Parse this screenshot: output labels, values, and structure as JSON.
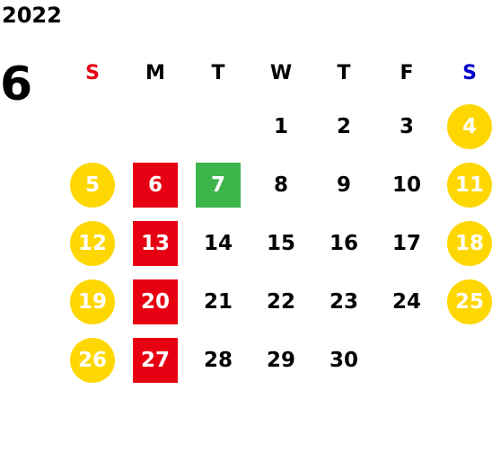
{
  "year": "2022",
  "month": "6",
  "colors": {
    "sunday_header": "#e60012",
    "saturday_header": "#0000cc",
    "weekday_header": "#000000",
    "holiday_circle": "#ffd700",
    "red_square": "#e60012",
    "green_square": "#3cb54a",
    "text_default": "#000000",
    "text_on_color": "#ffffff"
  },
  "weekdays": [
    {
      "label": "S",
      "color": "#e60012"
    },
    {
      "label": "M",
      "color": "#000000"
    },
    {
      "label": "T",
      "color": "#000000"
    },
    {
      "label": "W",
      "color": "#000000"
    },
    {
      "label": "T",
      "color": "#000000"
    },
    {
      "label": "F",
      "color": "#000000"
    },
    {
      "label": "S",
      "color": "#0000cc"
    }
  ],
  "weeks": [
    [
      {
        "day": "",
        "style": "empty"
      },
      {
        "day": "",
        "style": "empty"
      },
      {
        "day": "",
        "style": "empty"
      },
      {
        "day": "1",
        "style": "plain"
      },
      {
        "day": "2",
        "style": "plain"
      },
      {
        "day": "3",
        "style": "plain"
      },
      {
        "day": "4",
        "style": "circle-yellow"
      }
    ],
    [
      {
        "day": "5",
        "style": "circle-yellow"
      },
      {
        "day": "6",
        "style": "square-red"
      },
      {
        "day": "7",
        "style": "square-green"
      },
      {
        "day": "8",
        "style": "plain"
      },
      {
        "day": "9",
        "style": "plain"
      },
      {
        "day": "10",
        "style": "plain"
      },
      {
        "day": "11",
        "style": "circle-yellow"
      }
    ],
    [
      {
        "day": "12",
        "style": "circle-yellow"
      },
      {
        "day": "13",
        "style": "square-red"
      },
      {
        "day": "14",
        "style": "plain"
      },
      {
        "day": "15",
        "style": "plain"
      },
      {
        "day": "16",
        "style": "plain"
      },
      {
        "day": "17",
        "style": "plain"
      },
      {
        "day": "18",
        "style": "circle-yellow"
      }
    ],
    [
      {
        "day": "19",
        "style": "circle-yellow"
      },
      {
        "day": "20",
        "style": "square-red"
      },
      {
        "day": "21",
        "style": "plain"
      },
      {
        "day": "22",
        "style": "plain"
      },
      {
        "day": "23",
        "style": "plain"
      },
      {
        "day": "24",
        "style": "plain"
      },
      {
        "day": "25",
        "style": "circle-yellow"
      }
    ],
    [
      {
        "day": "26",
        "style": "circle-yellow"
      },
      {
        "day": "27",
        "style": "square-red"
      },
      {
        "day": "28",
        "style": "plain"
      },
      {
        "day": "29",
        "style": "plain"
      },
      {
        "day": "30",
        "style": "plain"
      },
      {
        "day": "",
        "style": "empty"
      },
      {
        "day": "",
        "style": "empty"
      }
    ]
  ]
}
